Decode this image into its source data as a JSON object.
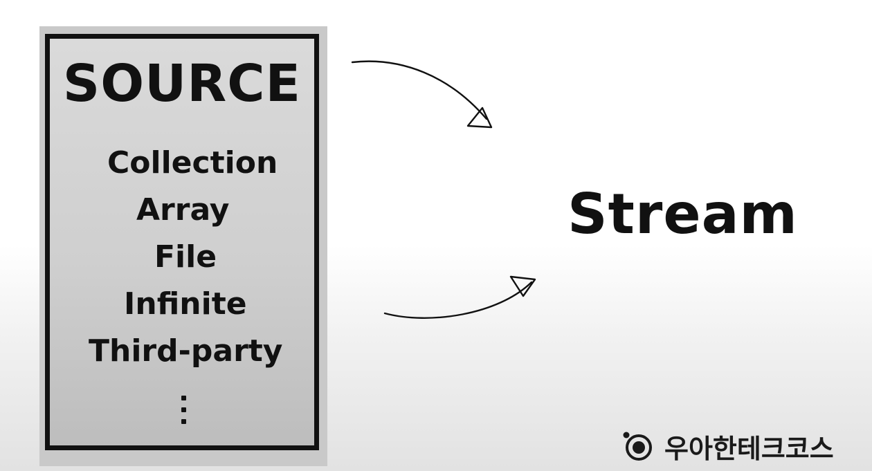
{
  "source": {
    "title": "SOURCE",
    "items": [
      "Collection",
      "Array",
      "File",
      "Infinite",
      "Third-party"
    ]
  },
  "target": {
    "label": "Stream"
  },
  "brand": {
    "name": "우아한테크코스"
  },
  "colors": {
    "ink": "#111111",
    "box_fill": "#d4d4d4"
  }
}
